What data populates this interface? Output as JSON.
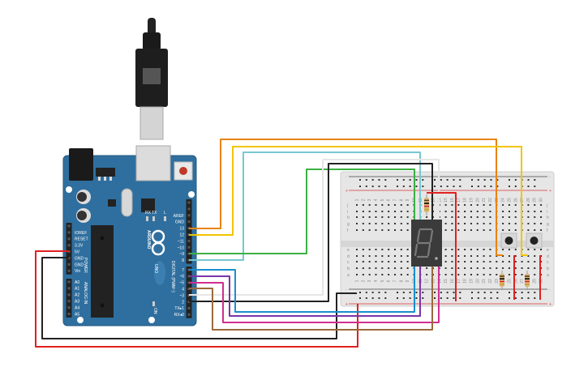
{
  "arduino": {
    "brand": "ARDUINO",
    "model": "UNO",
    "digital_header_label": "DIGITAL (PWM~)",
    "power_label": "POWER",
    "analog_label": "ANALOG IN",
    "digital_pins": [
      "AREF",
      "GND",
      "13",
      "12",
      "~11",
      "~10",
      "~9",
      "8",
      "7",
      "~6",
      "~5",
      "4",
      "~3",
      "2",
      "TX▸1",
      "RX◂0"
    ],
    "power_pins": [
      "IOREF",
      "RESET",
      "3.3V",
      "5V",
      "GND",
      "GND",
      "Vin"
    ],
    "analog_pins": [
      "A0",
      "A1",
      "A2",
      "A3",
      "A4",
      "A5"
    ],
    "led_labels": [
      "RX",
      "TX",
      "L"
    ],
    "on_label": "ON",
    "board_color": "#2f6f9f"
  },
  "breadboard": {
    "row_letters_top": [
      "j",
      "i",
      "h",
      "g",
      "f"
    ],
    "row_letters_bottom": [
      "e",
      "d",
      "c",
      "b",
      "a"
    ],
    "column_labels": [
      "1",
      "2",
      "3",
      "4",
      "5",
      "6",
      "7",
      "8",
      "9",
      "10",
      "11",
      "12",
      "13",
      "14",
      "15",
      "16",
      "17",
      "18",
      "19",
      "20",
      "21",
      "22",
      "23",
      "24",
      "25",
      "26",
      "27",
      "28",
      "29",
      "30"
    ],
    "rail_minus": "-",
    "rail_plus": "+"
  },
  "wire_colors": {
    "orange": "#e8830f",
    "yellow": "#f2c500",
    "light_blue": "#76c8d2",
    "green": "#3cb043",
    "white": "#e6e6e6",
    "black": "#222222",
    "red": "#e02020",
    "blue": "#1a8fd0",
    "purple": "#7b35a8",
    "magenta": "#d02f8f",
    "brown": "#9a6a3a"
  }
}
